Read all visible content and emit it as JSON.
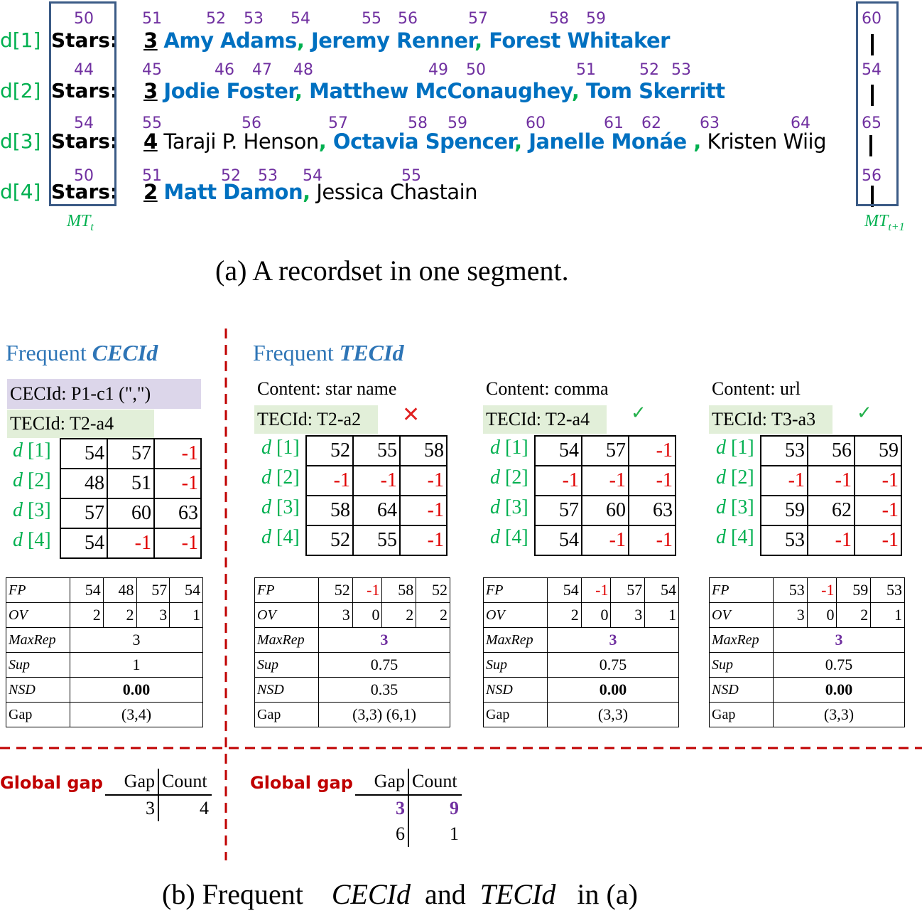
{
  "colors": {
    "index": "#7030a0",
    "d_label": "#00b050",
    "name_blue": "#0070c0",
    "box": "#3b5b86",
    "red_dash": "#c00000",
    "negative": "#e00000"
  },
  "recordset": {
    "rows": [
      {
        "label": "d[1]",
        "stars": "Stars:",
        "count": "3",
        "parts": [
          {
            "t": "Amy Adams",
            "s": "blue"
          },
          {
            "t": ",",
            "s": "green"
          },
          {
            "t": " Jeremy Renner",
            "s": "blue"
          },
          {
            "t": ",",
            "s": "green"
          },
          {
            "t": " Forest Whitaker",
            "s": "blue"
          }
        ],
        "indices": [
          "50",
          "51",
          "52",
          "53",
          "54",
          "55",
          "56",
          "57",
          "58",
          "59",
          "60"
        ]
      },
      {
        "label": "d[2]",
        "stars": "Stars:",
        "count": "3",
        "parts": [
          {
            "t": "Jodie Foster",
            "s": "blue"
          },
          {
            "t": ",",
            "s": "green"
          },
          {
            "t": " Matthew McConaughey",
            "s": "blue"
          },
          {
            "t": ",",
            "s": "green"
          },
          {
            "t": " Tom Skerritt",
            "s": "blue"
          }
        ],
        "indices": [
          "44",
          "45",
          "46",
          "47",
          "48",
          "49",
          "50",
          "51",
          "52",
          "53",
          "54"
        ]
      },
      {
        "label": "d[3]",
        "stars": "Stars:",
        "count": "4",
        "parts": [
          {
            "t": "Taraji P. Henson",
            "s": "plain"
          },
          {
            "t": ",",
            "s": "green"
          },
          {
            "t": " Octavia Spencer",
            "s": "blue"
          },
          {
            "t": ",",
            "s": "green"
          },
          {
            "t": " Janelle Monáe",
            "s": "blue"
          },
          {
            "t": " ,",
            "s": "green"
          },
          {
            "t": " Kristen Wiig",
            "s": "plain"
          }
        ],
        "indices": [
          "54",
          "55",
          "56",
          "57",
          "58",
          "59",
          "60",
          "61",
          "62",
          "63",
          "64",
          "65"
        ]
      },
      {
        "label": "d[4]",
        "stars": "Stars:",
        "count": "2",
        "parts": [
          {
            "t": "Matt Damon",
            "s": "blue"
          },
          {
            "t": ",",
            "s": "green"
          },
          {
            "t": " Jessica Chastain",
            "s": "plain"
          }
        ],
        "indices": [
          "50",
          "51",
          "52",
          "53",
          "54",
          "55",
          "56"
        ]
      }
    ],
    "mt_left": "MT",
    "mt_left_sub": "t",
    "mt_right": "MT",
    "mt_right_sub": "t+1",
    "caption": "(a) A recordset in one segment."
  },
  "cecid_panel": {
    "title_prefix": "Frequent ",
    "title_var": "CECId",
    "cecid_line": "CECId: P1-c1 (\",\")",
    "tecid_line": "TECId: T2-a4",
    "grid": [
      [
        "54",
        "57",
        "-1"
      ],
      [
        "48",
        "51",
        "-1"
      ],
      [
        "57",
        "60",
        "63"
      ],
      [
        "54",
        "-1",
        "-1"
      ]
    ],
    "stats": {
      "fp": [
        "54",
        "48",
        "57",
        "54"
      ],
      "ov": [
        "2",
        "2",
        "3",
        "1"
      ],
      "maxrep": "3",
      "sup": "1",
      "nsd": "0.00",
      "gap": "(3,4)"
    },
    "global_gap": {
      "label": "Global gap",
      "headers": [
        "Gap",
        "Count"
      ],
      "rows": [
        [
          "3",
          "4"
        ]
      ]
    }
  },
  "tecid_panel": {
    "title_prefix": "Frequent ",
    "title_var": "TECId",
    "blocks": [
      {
        "content": "Content: star name",
        "tecid": "TECId: T2-a2",
        "mark": "✕",
        "mark_type": "cross",
        "grid": [
          [
            "52",
            "55",
            "58"
          ],
          [
            "-1",
            "-1",
            "-1"
          ],
          [
            "58",
            "64",
            "-1"
          ],
          [
            "52",
            "55",
            "-1"
          ]
        ],
        "stats": {
          "fp": [
            "52",
            "-1",
            "58",
            "52"
          ],
          "ov": [
            "3",
            "0",
            "2",
            "2"
          ],
          "maxrep": "3",
          "sup": "0.75",
          "nsd": "0.35",
          "gap": "(3,3) (6,1)"
        }
      },
      {
        "content": "Content: comma",
        "tecid": "TECId: T2-a4",
        "mark": "✓",
        "mark_type": "check",
        "grid": [
          [
            "54",
            "57",
            "-1"
          ],
          [
            "-1",
            "-1",
            "-1"
          ],
          [
            "57",
            "60",
            "63"
          ],
          [
            "54",
            "-1",
            "-1"
          ]
        ],
        "stats": {
          "fp": [
            "54",
            "-1",
            "57",
            "54"
          ],
          "ov": [
            "2",
            "0",
            "3",
            "1"
          ],
          "maxrep": "3",
          "sup": "0.75",
          "nsd": "0.00",
          "gap": "(3,3)"
        }
      },
      {
        "content": "Content: url",
        "tecid": "TECId: T3-a3",
        "mark": "✓",
        "mark_type": "check",
        "grid": [
          [
            "53",
            "56",
            "59"
          ],
          [
            "-1",
            "-1",
            "-1"
          ],
          [
            "59",
            "62",
            "-1"
          ],
          [
            "53",
            "-1",
            "-1"
          ]
        ],
        "stats": {
          "fp": [
            "53",
            "-1",
            "59",
            "53"
          ],
          "ov": [
            "3",
            "0",
            "2",
            "1"
          ],
          "maxrep": "3",
          "sup": "0.75",
          "nsd": "0.00",
          "gap": "(3,3)"
        }
      }
    ],
    "global_gap": {
      "label": "Global gap",
      "headers": [
        "Gap",
        "Count"
      ],
      "rows": [
        [
          "3",
          "9"
        ],
        [
          "6",
          "1"
        ]
      ]
    }
  },
  "row_labels": [
    "d",
    "[1]",
    "[2]",
    "[3]",
    "[4]"
  ],
  "stat_keys": {
    "fp": "FP",
    "ov": "OV",
    "maxrep": "MaxRep",
    "sup": "Sup",
    "nsd": "NSD",
    "gap": "Gap"
  },
  "caption_b": {
    "prefix": "(b) Frequent",
    "v1": "CECId",
    "mid": "and",
    "v2": "TECId",
    "suffix": "in (a)"
  }
}
